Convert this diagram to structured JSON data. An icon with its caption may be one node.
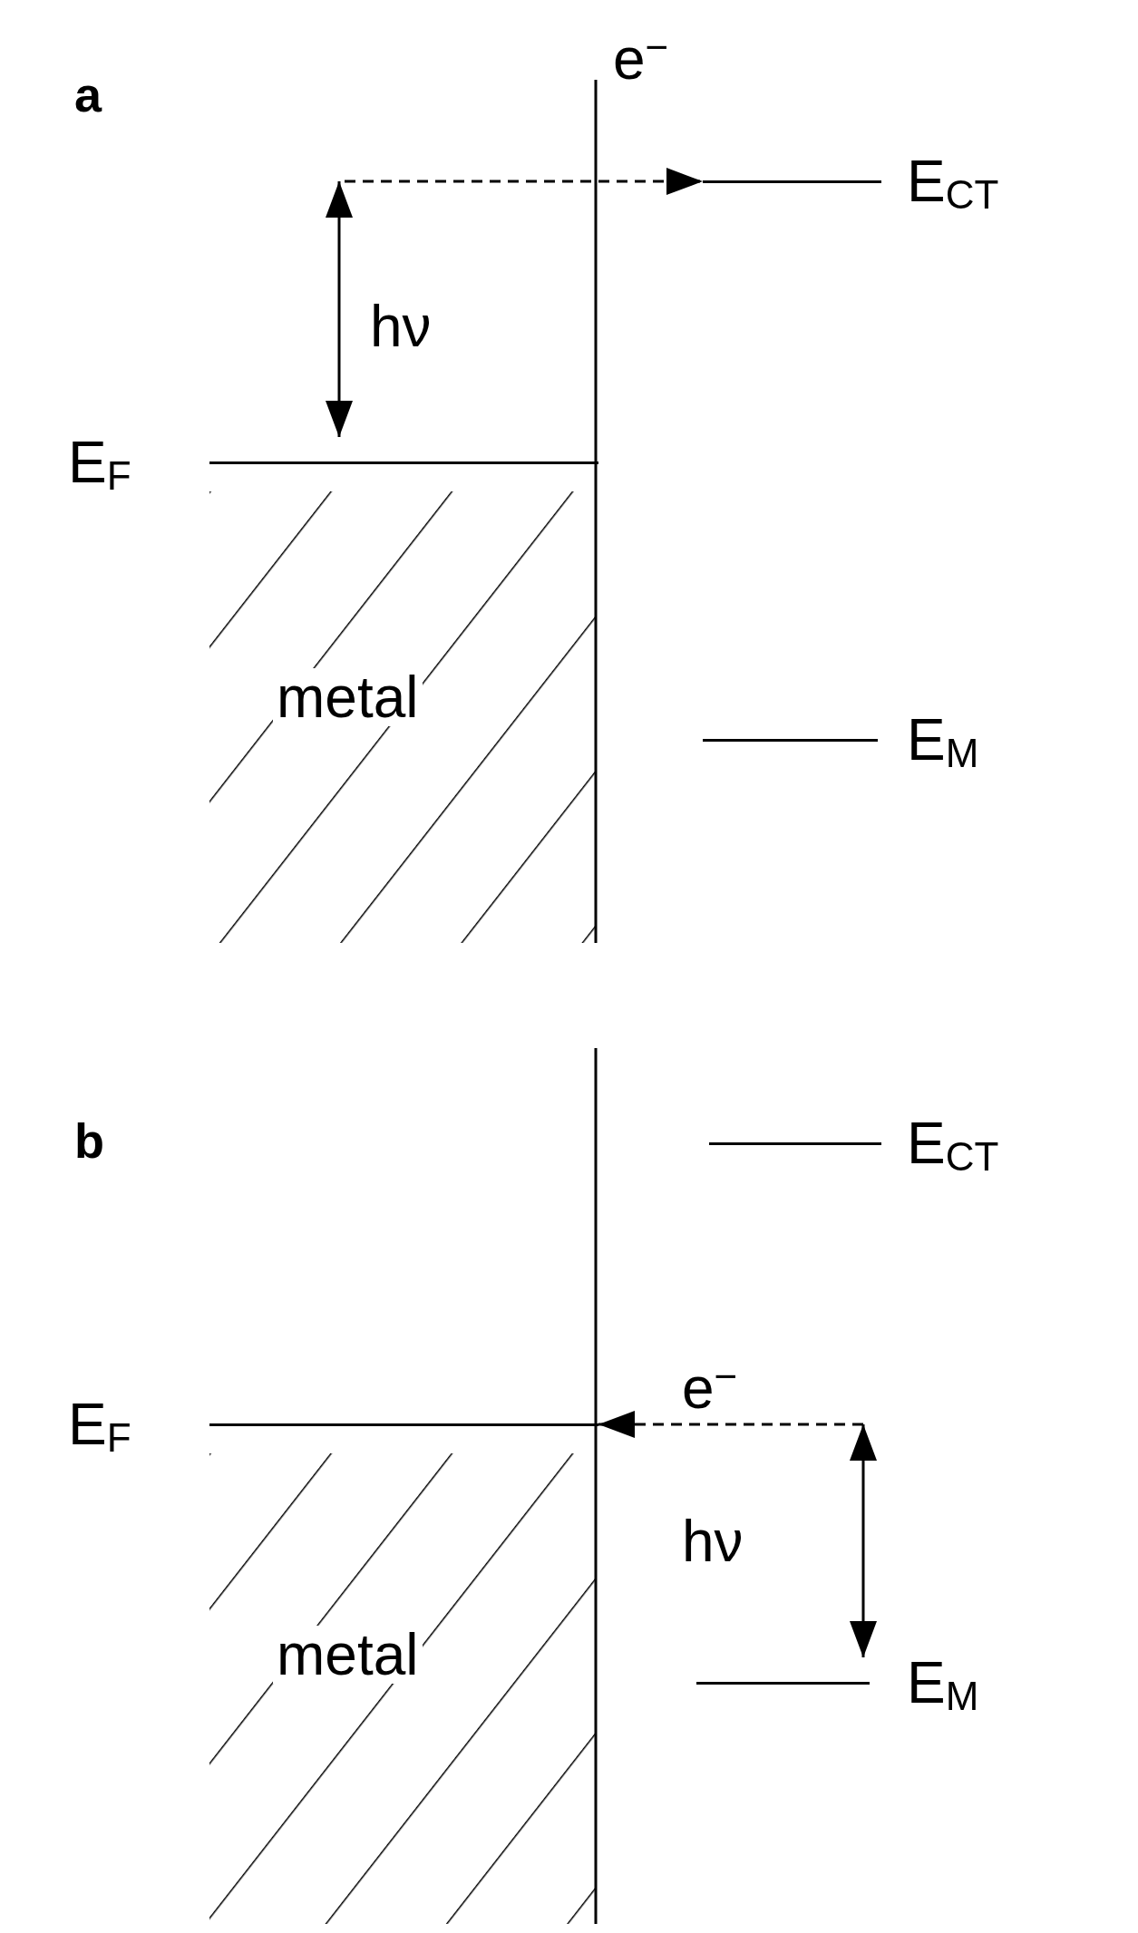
{
  "diagram": {
    "nodes": [
      {
        "text": [
          "E$_{F}$"
        ]
      },
      {
        "text": [
          "metal"
        ]
      },
      {
        "text": [
          "E$_{CT}$"
        ]
      },
      {
        "text": [
          "E$_{M}$"
        ]
      },
      {
        "text": [
          "E$_{CT}$"
        ]
      },
      {
        "text": [
          "E$_{F}$"
        ]
      },
      {
        "text": [
          "metal"
        ]
      },
      {
        "text": [
          "E$_{M}$"
        ]
      }
    ],
    "edges": [
      {
        "from": 0,
        "to": null,
        "arrow": "both",
        "label": "hν"
      },
      {
        "from": null,
        "to": 2,
        "arrow": "to",
        "label": "e$^{−}$",
        "style": "dashed"
      },
      {
        "from": null,
        "to": 5,
        "arrow": "to",
        "label": "e$^{−}$",
        "style": "dashed"
      },
      {
        "from": 7,
        "to": null,
        "arrow": "both",
        "label": "hν"
      }
    ],
    "labels": [
      "a",
      "b"
    ]
  }
}
